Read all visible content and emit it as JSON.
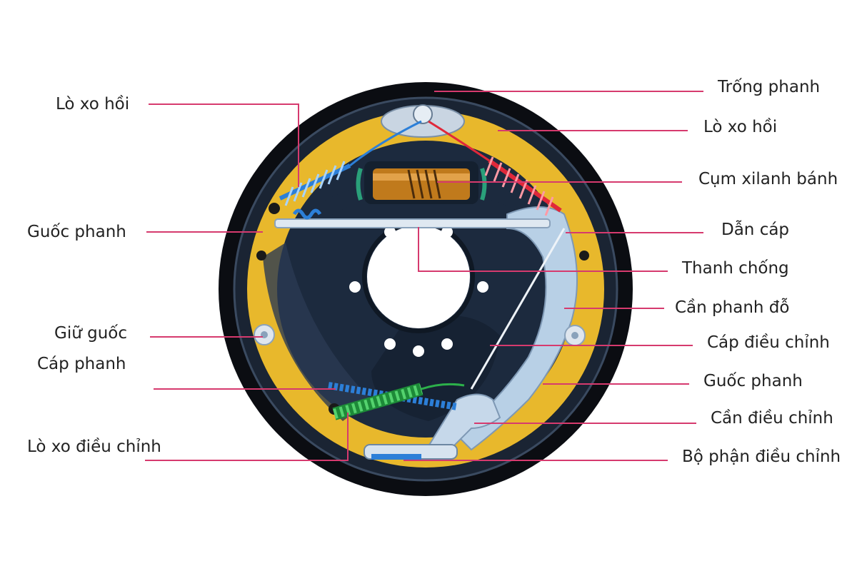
{
  "colors": {
    "leader": "#d63a6e",
    "drum": "#0b0d12",
    "drum_ring": "#3a4a60",
    "shoe_yellow": "#e8b82c",
    "backplate": "#1c2a3e",
    "lever": "#b8d0e6",
    "spring_blue": "#2c7fd8",
    "spring_red": "#e0283a",
    "spring_green": "#2cb04a",
    "cylinder": "#c07a1c",
    "cylinder_cap": "#2aa07a"
  },
  "labels": {
    "left": {
      "return_spring": "Lò xo hồi",
      "brake_shoe": "Guốc phanh",
      "shoe_retainer": "Giữ guốc",
      "brake_cable": "Cáp phanh",
      "adjuster_spring": "Lò xo điều chỉnh"
    },
    "right": {
      "brake_drum": "Trống phanh",
      "return_spring": "Lò xo hồi",
      "wheel_cylinder": "Cụm xilanh bánh",
      "cable_guide": "Dẫn cáp",
      "strut": "Thanh chống",
      "parking_lever": "Cần phanh đỗ",
      "adjuster_cable": "Cáp điều chỉnh",
      "brake_shoe": "Guốc phanh",
      "adjuster_lever": "Cần điều chỉnh",
      "adjuster_assembly": "Bộ phận điều chỉnh"
    }
  }
}
